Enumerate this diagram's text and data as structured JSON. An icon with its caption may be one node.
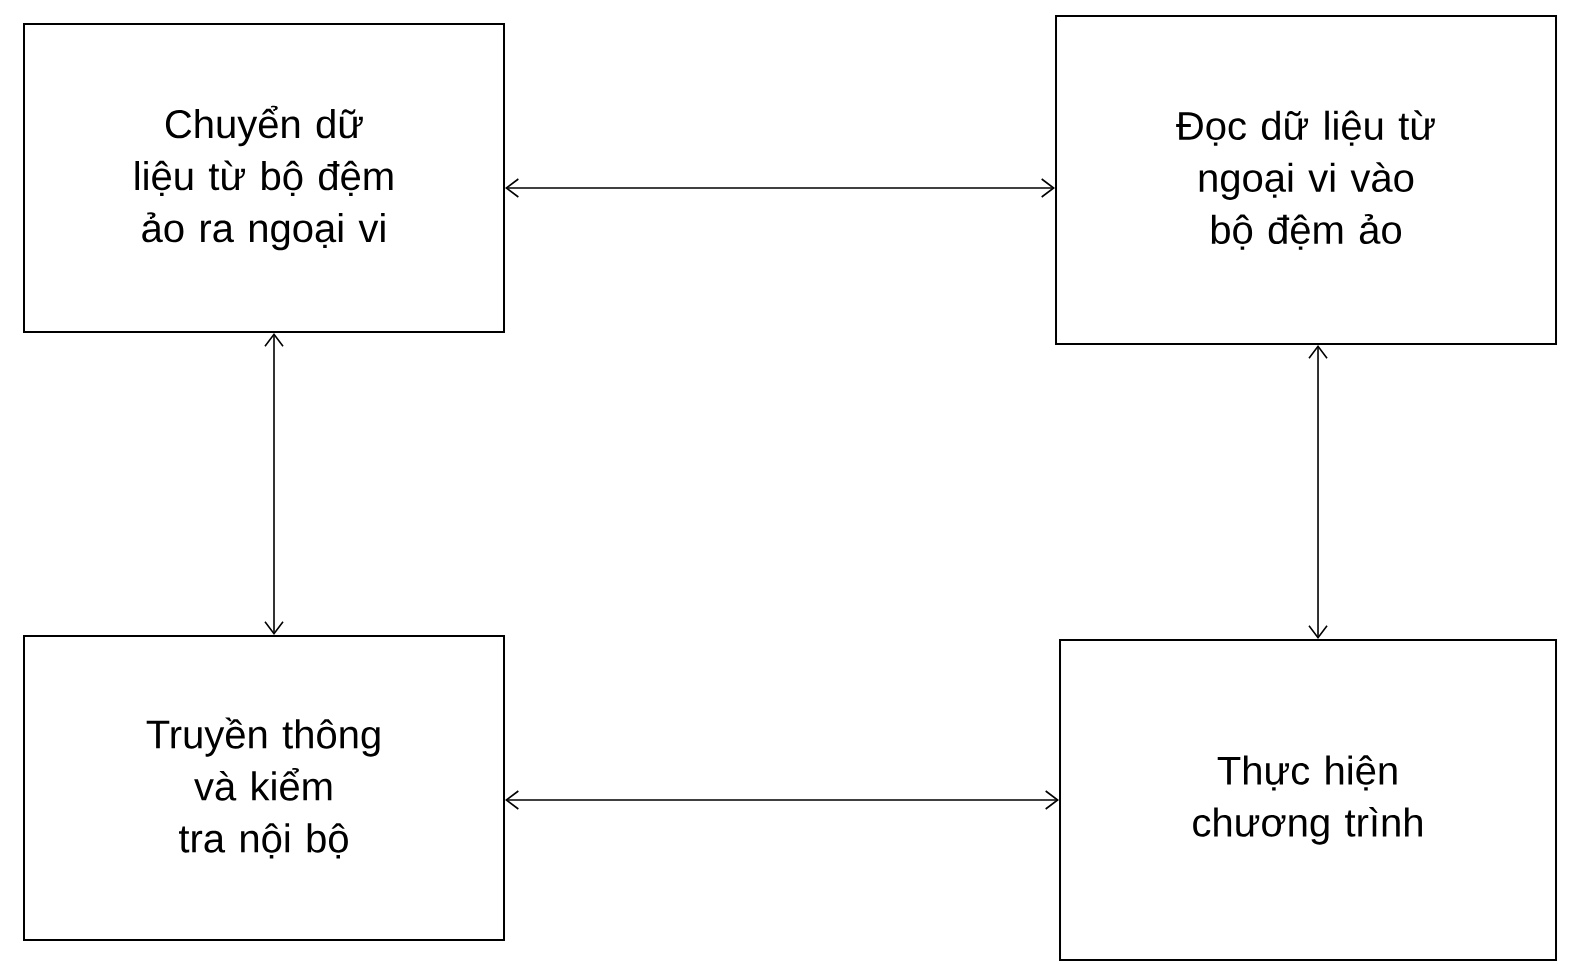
{
  "diagram": {
    "nodes": [
      {
        "text": [
          "Chuyển dữ liệu từ bộ đệm ảo ra ngoại vi"
        ]
      },
      {
        "text": [
          "Đọc dữ liệu từ ngoại vi vào bộ đệm ảo"
        ]
      },
      {
        "text": [
          "Truyền thông và kiểm tra nội bộ"
        ]
      },
      {
        "text": [
          "Thực hiện chương trình"
        ]
      }
    ],
    "edges": [
      {
        "from": 0,
        "to": 1,
        "arrow": "both"
      },
      {
        "from": 0,
        "to": 2,
        "arrow": "both"
      },
      {
        "from": 1,
        "to": 3,
        "arrow": "both"
      },
      {
        "from": 2,
        "to": 3,
        "arrow": "both"
      }
    ]
  }
}
